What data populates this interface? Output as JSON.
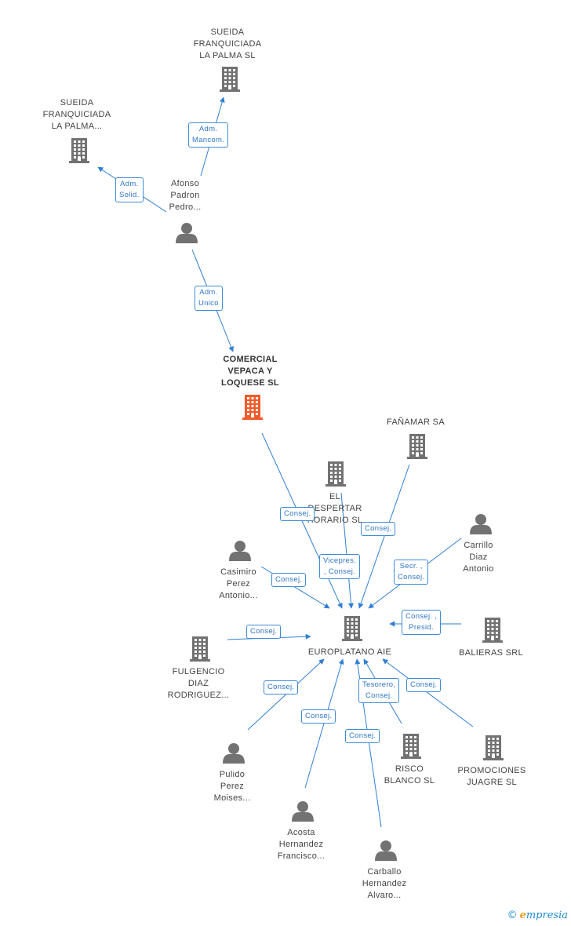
{
  "colors": {
    "edge": "#2f7fd4",
    "node": "#727272",
    "highlight": "#f15a2b"
  },
  "nodes": [
    {
      "id": "sueida1",
      "type": "company",
      "label": "SUEIDA\nFRANQUICIADA\nLA PALMA SL"
    },
    {
      "id": "sueida2",
      "type": "company",
      "label": "SUEIDA\nFRANQUICIADA\nLA PALMA..."
    },
    {
      "id": "afonso",
      "type": "person",
      "label": "Afonso\nPadron\nPedro..."
    },
    {
      "id": "comercial",
      "type": "company",
      "label": "COMERCIAL\nVEPACA Y\nLOQUESE SL",
      "main": true
    },
    {
      "id": "fanamar",
      "type": "company",
      "label": "FAÑAMAR SA"
    },
    {
      "id": "despertar",
      "type": "company",
      "label": "EL\nDESPERTAR\nHORARIO SL"
    },
    {
      "id": "carrillo",
      "type": "person",
      "label": "Carrillo\nDiaz\nAntonio"
    },
    {
      "id": "casimiro",
      "type": "person",
      "label": "Casimiro\nPerez\nAntonio..."
    },
    {
      "id": "europlatano",
      "type": "company",
      "label": "EUROPLATANO AIE"
    },
    {
      "id": "balieras",
      "type": "company",
      "label": "BALIERAS SRL"
    },
    {
      "id": "fulgencio",
      "type": "company",
      "label": "FULGENCIO\nDIAZ\nRODRIGUEZ..."
    },
    {
      "id": "pulido",
      "type": "person",
      "label": "Pulido\nPerez\nMoises..."
    },
    {
      "id": "risco",
      "type": "company",
      "label": "RISCO\nBLANCO SL"
    },
    {
      "id": "promociones",
      "type": "company",
      "label": "PROMOCIONES\nJUAGRE SL"
    },
    {
      "id": "acosta",
      "type": "person",
      "label": "Acosta\nHernandez\nFrancisco..."
    },
    {
      "id": "carballo",
      "type": "person",
      "label": "Carballo\nHernandez\nAlvaro..."
    }
  ],
  "edges": [
    {
      "from": "afonso",
      "to": "sueida1",
      "label": "Adm.\nMancom."
    },
    {
      "from": "afonso",
      "to": "sueida2",
      "label": "Adm.\nSolid."
    },
    {
      "from": "afonso",
      "to": "comercial",
      "label": "Adm.\nUnico"
    },
    {
      "from": "comercial",
      "to": "europlatano",
      "label": "Consej."
    },
    {
      "from": "despertar",
      "to": "europlatano",
      "label": "Vicepres.\n, Consej."
    },
    {
      "from": "fanamar",
      "to": "europlatano",
      "label": "Consej."
    },
    {
      "from": "carrillo",
      "to": "europlatano",
      "label": "Secr. ,\nConsej."
    },
    {
      "from": "casimiro",
      "to": "europlatano",
      "label": "Consej."
    },
    {
      "from": "balieras",
      "to": "europlatano",
      "label": "Consej. ,\nPresid."
    },
    {
      "from": "fulgencio",
      "to": "europlatano",
      "label": "Consej."
    },
    {
      "from": "pulido",
      "to": "europlatano",
      "label": "Consej."
    },
    {
      "from": "acosta",
      "to": "europlatano",
      "label": "Consej."
    },
    {
      "from": "carballo",
      "to": "europlatano",
      "label": "Consej."
    },
    {
      "from": "risco",
      "to": "europlatano",
      "label": "Tesorero,\nConsej."
    },
    {
      "from": "promociones",
      "to": "europlatano",
      "label": "Consej."
    }
  ],
  "footer": {
    "copyright": "©",
    "brand_first": "e",
    "brand_rest": "mpresia"
  }
}
